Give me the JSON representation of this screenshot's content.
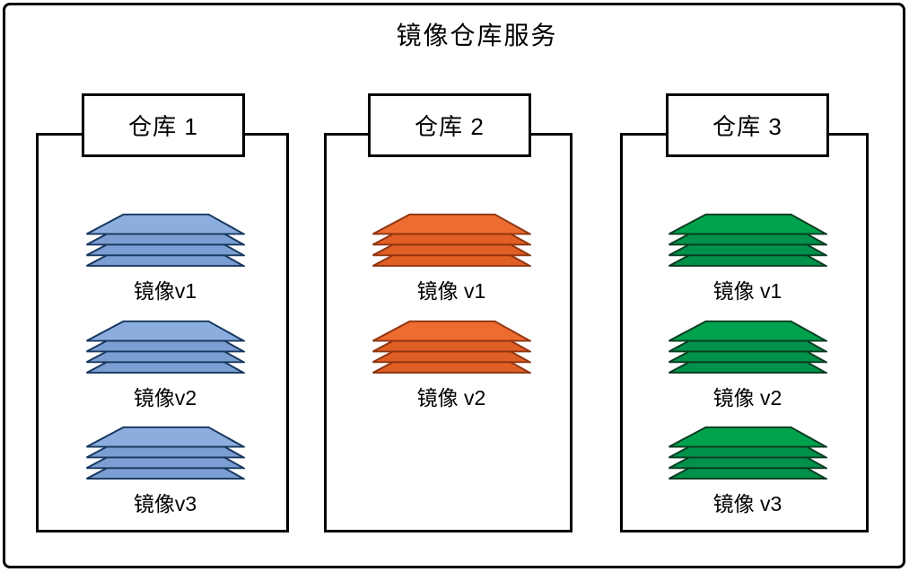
{
  "title": "镜像仓库服务",
  "stack_layers": 4,
  "colors": {
    "blue": {
      "fill": "#8BAEDE",
      "fill_dark": "#7C9FD3",
      "stroke": "#17375E"
    },
    "orange": {
      "fill": "#ED6C2F",
      "fill_dark": "#E05F24",
      "stroke": "#8E3511"
    },
    "green": {
      "fill": "#00A24E",
      "fill_dark": "#00914A",
      "stroke": "#0A3B1F"
    }
  },
  "warehouses": [
    {
      "label": "仓库 1",
      "color": "blue",
      "images": [
        {
          "label": "镜像v1"
        },
        {
          "label": "镜像v2"
        },
        {
          "label": "镜像v3"
        }
      ]
    },
    {
      "label": "仓库 2",
      "color": "orange",
      "images": [
        {
          "label": "镜像 v1"
        },
        {
          "label": "镜像 v2"
        }
      ]
    },
    {
      "label": "仓库 3",
      "color": "green",
      "images": [
        {
          "label": "镜像 v1"
        },
        {
          "label": "镜像 v2"
        },
        {
          "label": "镜像 v3"
        }
      ]
    }
  ]
}
